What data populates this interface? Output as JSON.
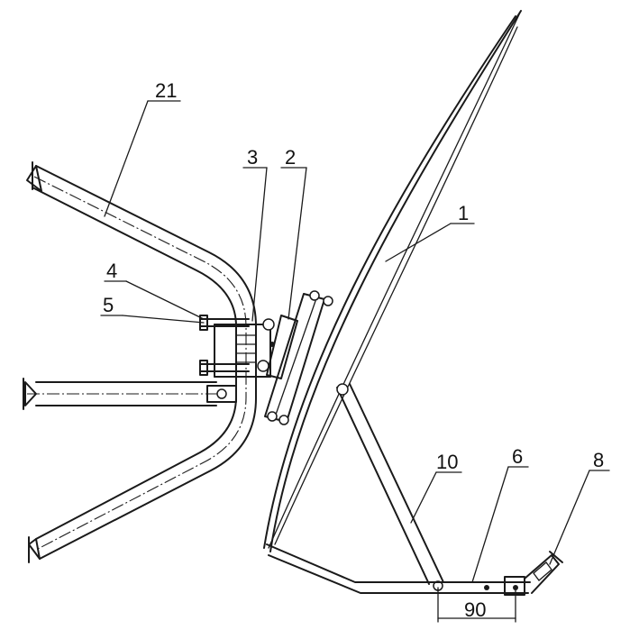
{
  "labels": {
    "l21": "21",
    "l3": "3",
    "l2": "2",
    "l1": "1",
    "l4": "4",
    "l5": "5",
    "l10": "10",
    "l6": "6",
    "l8": "8"
  },
  "dimension": "90"
}
